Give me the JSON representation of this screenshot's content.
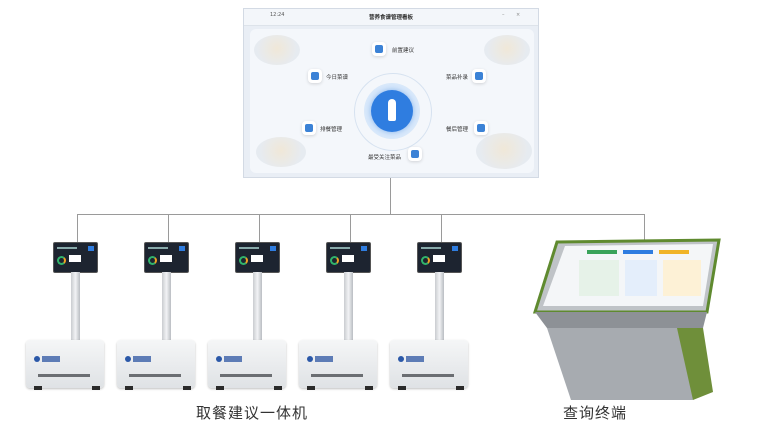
{
  "dashboard": {
    "time": "12:24",
    "title": "营养食谱管理看板",
    "nodes": {
      "top": "前置建议",
      "left_upper": "今日菜谱",
      "right_upper": "菜品补录",
      "left_lower": "排餐管理",
      "right_lower": "餐后管理",
      "bottom": "最受关注菜品"
    }
  },
  "captions": {
    "kiosk_group": "取餐建议一体机",
    "terminal": "查询终端"
  },
  "colors": {
    "accent": "#2f7de0",
    "network_line": "#9a9a9a",
    "terminal_body": "#a7abb0",
    "terminal_trim": "#5f8a2f"
  }
}
